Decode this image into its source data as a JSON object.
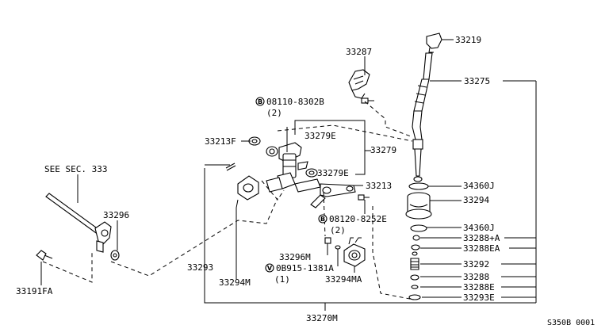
{
  "labels": {
    "p33219": "33219",
    "p33287": "33287",
    "p33275": "33275",
    "bolt1": "08110-8302B",
    "qty1": "(2)",
    "p33213F": "33213F",
    "p33279E_top": "33279E",
    "p33279": "33279",
    "p33279E_bot": "33279E",
    "p33213": "33213",
    "p34360J_top": "34360J",
    "p33294": "33294",
    "see_sec": "SEE SEC. 333",
    "p33296": "33296",
    "bolt2": "08120-8252E",
    "qty2": "(2)",
    "p34360J_bot": "34360J",
    "p33288A": "33288+A",
    "p33288EA": "33288EA",
    "p33296M": "33296M",
    "p33292": "33292",
    "washer": "0B915-1381A",
    "qty3": "(1)",
    "p33293": "33293",
    "p33288": "33288",
    "p33294M": "33294M",
    "p33294MA": "33294MA",
    "p33288E": "33288E",
    "p33191FA": "33191FA",
    "p33293E": "33293E",
    "p33270M": "33270M",
    "diagram_code": "S350B 0001"
  },
  "symbols": {
    "bolt1": "B",
    "bolt2": "B",
    "washer": "V"
  }
}
